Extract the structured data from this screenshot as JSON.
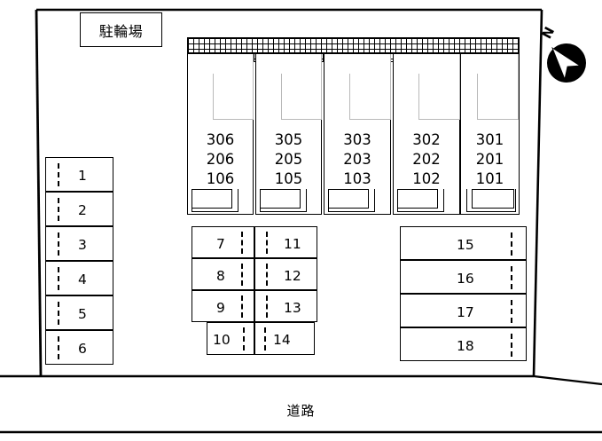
{
  "plan": {
    "title_label": "駐輪場",
    "road_label": "道路",
    "compass_label": "N",
    "ink_color": "#000000",
    "faint_color": "#b9b9b9",
    "paper_color": "#ffffff"
  },
  "building": {
    "units": [
      {
        "id": "unit-306",
        "floors": [
          "306",
          "206",
          "106"
        ]
      },
      {
        "id": "unit-305",
        "floors": [
          "305",
          "205",
          "105"
        ]
      },
      {
        "id": "unit-303",
        "floors": [
          "303",
          "203",
          "103"
        ]
      },
      {
        "id": "unit-302",
        "floors": [
          "302",
          "202",
          "102"
        ]
      },
      {
        "id": "unit-301",
        "floors": [
          "301",
          "201",
          "101"
        ]
      }
    ]
  },
  "parking": {
    "west_column": [
      "1",
      "2",
      "3",
      "4",
      "5",
      "6"
    ],
    "center_left_column": [
      "7",
      "8",
      "9",
      "10"
    ],
    "center_right_column": [
      "11",
      "12",
      "13",
      "14"
    ],
    "east_column": [
      "15",
      "16",
      "17",
      "18"
    ]
  }
}
